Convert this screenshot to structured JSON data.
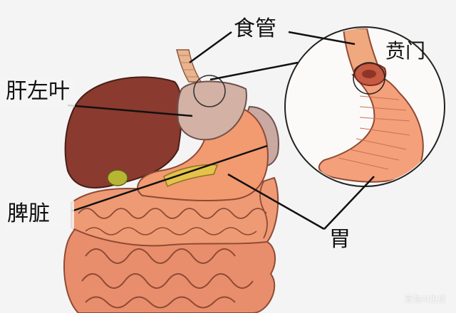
{
  "labels": {
    "esophagus": "食管",
    "cardia": "贲门",
    "liver_left_lobe": "肝左叶",
    "pancreas": "脾脏",
    "stomach": "胃"
  },
  "watermark": "豆包AI生成",
  "colors": {
    "background": "#f4f4f4",
    "liver": "#8a3a2e",
    "stomach": "#f29a70",
    "intestine": "#e98e6c",
    "esophagus": "#e8b590",
    "spleen": "#c9a9a2",
    "gallbladder": "#b7b533",
    "line": "#111111"
  }
}
